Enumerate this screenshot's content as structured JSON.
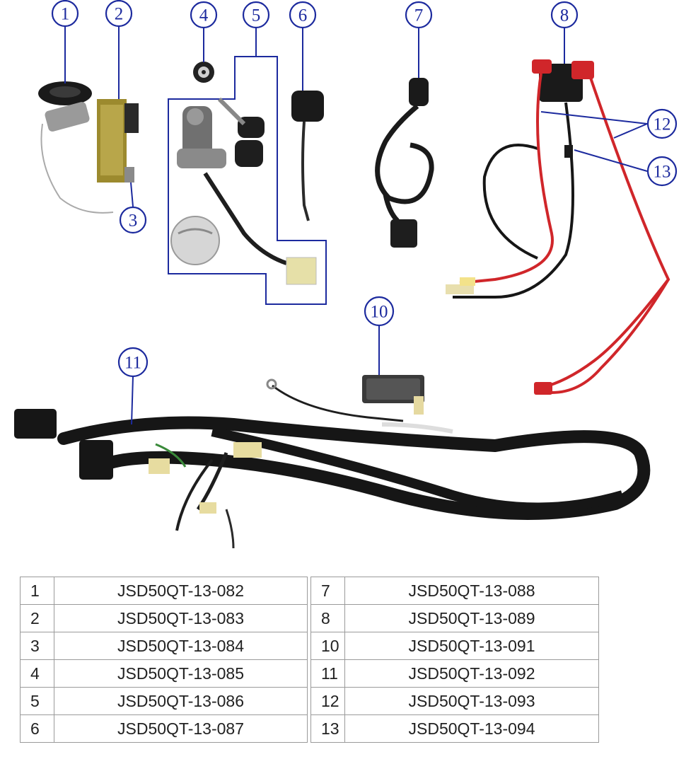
{
  "callouts": {
    "c1": "1",
    "c2": "2",
    "c3": "3",
    "c4": "4",
    "c5": "5",
    "c6": "6",
    "c7": "7",
    "c8": "8",
    "c10": "10",
    "c11": "11",
    "c12": "12",
    "c13": "13"
  },
  "parts_table": {
    "left": [
      {
        "idx": "1",
        "code": "JSD50QT-13-082"
      },
      {
        "idx": "2",
        "code": "JSD50QT-13-083"
      },
      {
        "idx": "3",
        "code": "JSD50QT-13-084"
      },
      {
        "idx": "4",
        "code": "JSD50QT-13-085"
      },
      {
        "idx": "5",
        "code": "JSD50QT-13-086"
      },
      {
        "idx": "6",
        "code": "JSD50QT-13-087"
      }
    ],
    "right": [
      {
        "idx": "7",
        "code": "JSD50QT-13-088"
      },
      {
        "idx": "8",
        "code": "JSD50QT-13-089"
      },
      {
        "idx": "10",
        "code": "JSD50QT-13-091"
      },
      {
        "idx": "11",
        "code": "JSD50QT-13-092"
      },
      {
        "idx": "12",
        "code": "JSD50QT-13-093"
      },
      {
        "idx": "13",
        "code": "JSD50QT-13-094"
      }
    ]
  },
  "colors": {
    "callout": "#1c2a9e",
    "wire_black": "#161616",
    "wire_red": "#d0262a",
    "metal": "#8a8a8a",
    "bracket": "#8a7a2a"
  }
}
